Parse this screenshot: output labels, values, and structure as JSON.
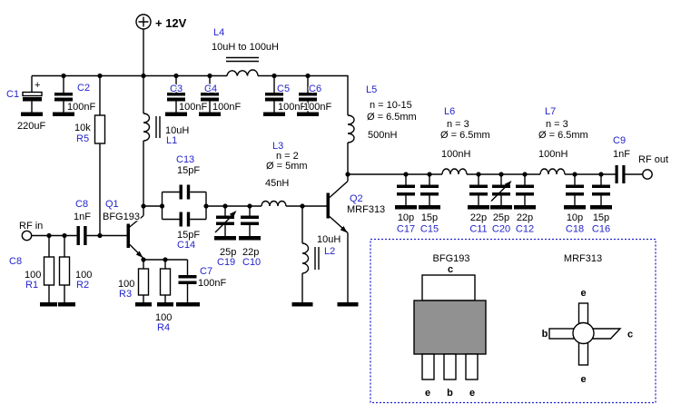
{
  "colors": {
    "accent_blue": "#2323cc",
    "wire_black": "#000000",
    "package_gray": "#919191",
    "background": "#ffffff"
  },
  "power": {
    "label": "+ 12V"
  },
  "io": {
    "rf_in": "RF in",
    "rf_out": "RF out"
  },
  "components": {
    "c1": {
      "ref": "C1",
      "value": "220uF",
      "plus": "+"
    },
    "c2": {
      "ref": "C2",
      "value": "100nF"
    },
    "r5": {
      "ref": "R5",
      "value": "10k"
    },
    "l1": {
      "ref": "L1",
      "value": "10uH"
    },
    "c3": {
      "ref": "C3",
      "value": "100nF"
    },
    "c4": {
      "ref": "C4",
      "value": "100nF"
    },
    "l4": {
      "ref": "L4",
      "value": "10uH to 100uH"
    },
    "c5": {
      "ref": "C5",
      "value": "100nF"
    },
    "c6": {
      "ref": "C6",
      "value": "100nF"
    },
    "l5": {
      "ref": "L5",
      "turns": "n = 10-15",
      "diameter": "Ø = 6.5mm",
      "value": "500nH"
    },
    "c8_input_label": {
      "ref": "C8"
    },
    "r1": {
      "ref": "R1",
      "value": "100"
    },
    "r2": {
      "ref": "R2",
      "value": "100"
    },
    "c8": {
      "ref": "C8",
      "value": "1nF"
    },
    "q1": {
      "ref": "Q1",
      "value": "BFG193"
    },
    "r3": {
      "ref": "R3",
      "value": "100"
    },
    "r4": {
      "ref": "R4",
      "value": "100"
    },
    "c7": {
      "ref": "C7",
      "value": "100nF"
    },
    "c13": {
      "ref": "C13",
      "value": "15pF"
    },
    "c14": {
      "ref": "C14",
      "value": "15pF"
    },
    "c19": {
      "ref": "C19",
      "value": "25p"
    },
    "c10": {
      "ref": "C10",
      "value": "22p"
    },
    "l3": {
      "ref": "L3",
      "turns": "n = 2",
      "diameter": "Ø = 5mm",
      "value": "45nH"
    },
    "l2": {
      "ref": "L2",
      "value": "10uH"
    },
    "q2": {
      "ref": "Q2",
      "value": "MRF313"
    },
    "c17": {
      "ref": "C17",
      "value": "10p"
    },
    "c15": {
      "ref": "C15",
      "value": "15p"
    },
    "l6": {
      "ref": "L6",
      "turns": "n = 3",
      "diameter": "Ø = 6.5mm",
      "value": "100nH"
    },
    "c11": {
      "ref": "C11",
      "value": "22p"
    },
    "c20": {
      "ref": "C20",
      "value": "25p"
    },
    "c12": {
      "ref": "C12",
      "value": "22p"
    },
    "l7": {
      "ref": "L7",
      "turns": "n = 3",
      "diameter": "Ø = 6.5mm",
      "value": "100nH"
    },
    "c18": {
      "ref": "C18",
      "value": "10p"
    },
    "c16": {
      "ref": "C16",
      "value": "15p"
    },
    "c9": {
      "ref": "C9",
      "value": "1nF"
    }
  },
  "inset": {
    "bfg193": {
      "title": "BFG193",
      "pin_top": "c",
      "pins_bottom": [
        "e",
        "b",
        "e"
      ]
    },
    "mrf313": {
      "title": "MRF313",
      "pin_top": "e",
      "pin_left": "b",
      "pin_right": "c",
      "pin_bottom": "e"
    }
  }
}
